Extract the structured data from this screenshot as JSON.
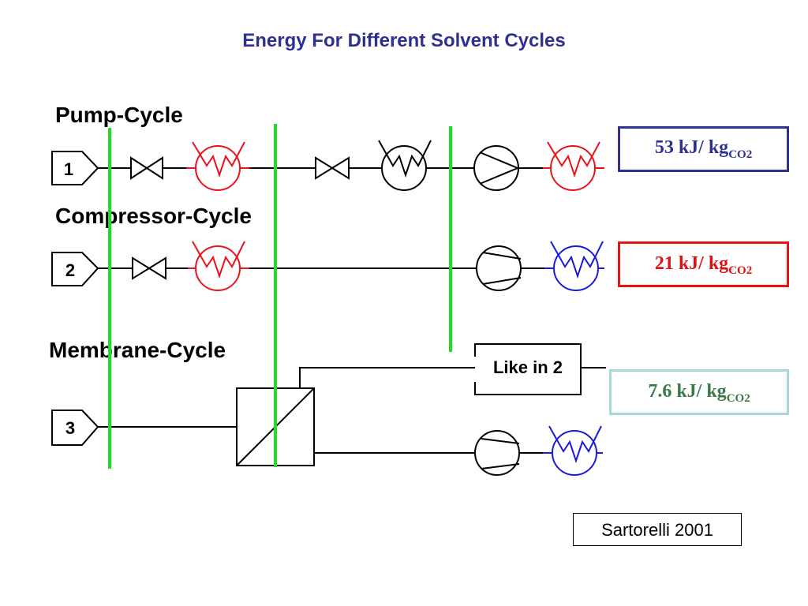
{
  "title": "Energy For Different Solvent Cycles",
  "cycles": [
    {
      "label": "Pump-Cycle",
      "stream": "1",
      "energy_value": "53 kJ/ kg",
      "energy_subscript": "CO2"
    },
    {
      "label": "Compressor-Cycle",
      "stream": "2",
      "energy_value": "21 kJ/ kg",
      "energy_subscript": "CO2"
    },
    {
      "label": "Membrane-Cycle",
      "stream": "3",
      "energy_value": "7.6 kJ/ kg",
      "energy_subscript": "CO2"
    }
  ],
  "like_in": "Like in 2",
  "reference": "Sartorelli 2001",
  "colors": {
    "title": "#2e3192",
    "cycle1_energy": "#2e3192",
    "cycle2_energy": "#e11111",
    "cycle3_energy": "#3a7a4a",
    "cycle3_box_border": "#a8d8dc",
    "heater": "#e8141a",
    "cooler": "#1a1ad8",
    "boundary_line": "#22dd22",
    "line": "#000000"
  },
  "icons": [
    "stream-arrow-icon",
    "valve-icon",
    "heat-exchanger-icon",
    "pump-icon",
    "compressor-icon",
    "membrane-icon"
  ]
}
